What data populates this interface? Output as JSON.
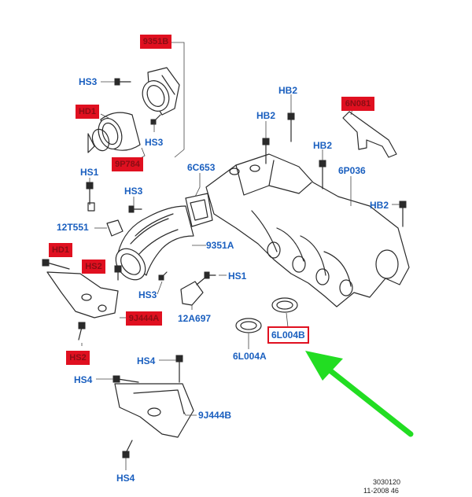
{
  "labels": {
    "l_9351b": "9351B",
    "l_hs3_a": "HS3",
    "l_hd1_top": "HD1",
    "l_9p784": "9P784",
    "l_hs3_b": "HS3",
    "l_hs1_a": "HS1",
    "l_hs3_c": "HS3",
    "l_12t551": "12T551",
    "l_6c653": "6C653",
    "l_hb2_a": "HB2",
    "l_hb2_b": "HB2",
    "l_hb2_c": "HB2",
    "l_hb2_d": "HB2",
    "l_6n081": "6N081",
    "l_6p036": "6P036",
    "l_9351a": "9351A",
    "l_hd1_left": "HD1",
    "l_hs2_a": "HS2",
    "l_hs1_b": "HS1",
    "l_hs3_d": "HS3",
    "l_12a697": "12A697",
    "l_9j444a": "9J444A",
    "l_hs2_b": "HS2",
    "l_6l004a": "6L004A",
    "l_6l004b": "6L004B",
    "l_hs4_a": "HS4",
    "l_hs4_b": "HS4",
    "l_9j444b": "9J444B",
    "l_hs4_c": "HS4"
  },
  "footer": {
    "ref": "3030120",
    "date": "11-2008 46"
  },
  "colors": {
    "label_text": "#1a5fbf",
    "highlight_fill": "#e01020",
    "highlight_text": "#8a0d14",
    "arrow": "#22dd22"
  }
}
